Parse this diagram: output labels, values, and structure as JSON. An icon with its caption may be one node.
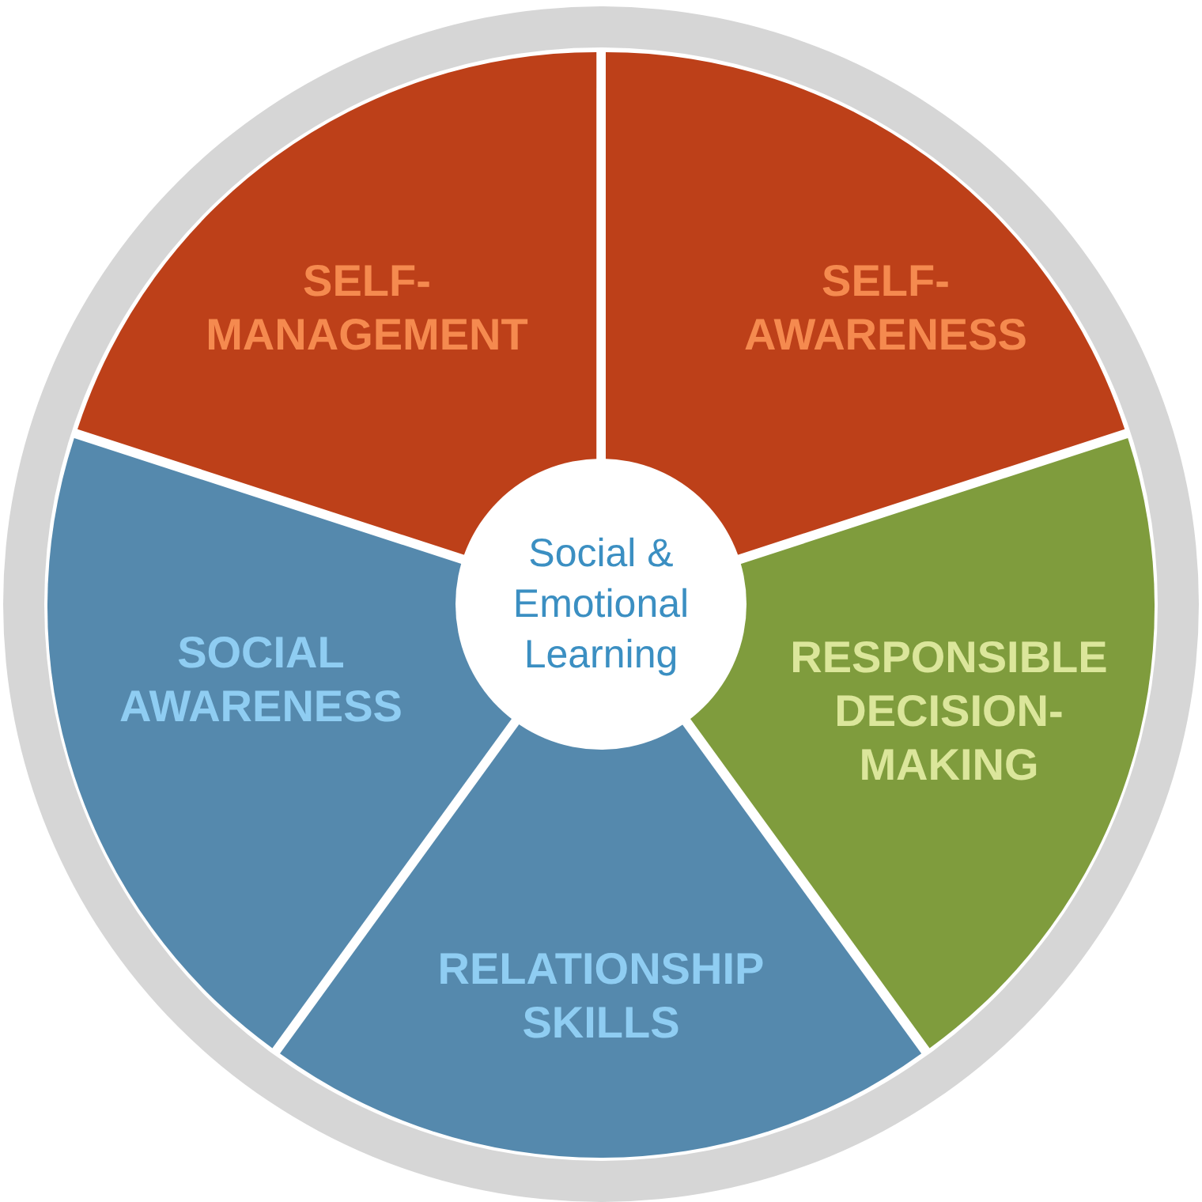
{
  "diagram": {
    "nodes": [
      {
        "text": [
          "SELF-MANAGEMENT"
        ]
      },
      {
        "text": [
          "SELF-AWARENESS"
        ]
      },
      {
        "text": [
          "Social & Emotional Learning"
        ]
      },
      {
        "text": [
          "SOCIAL AWARENESS"
        ]
      },
      {
        "text": [
          "RESPONSIBLE DECISION-MAKING"
        ]
      },
      {
        "text": [
          "RELATIONSHIP SKILLS"
        ]
      }
    ]
  }
}
